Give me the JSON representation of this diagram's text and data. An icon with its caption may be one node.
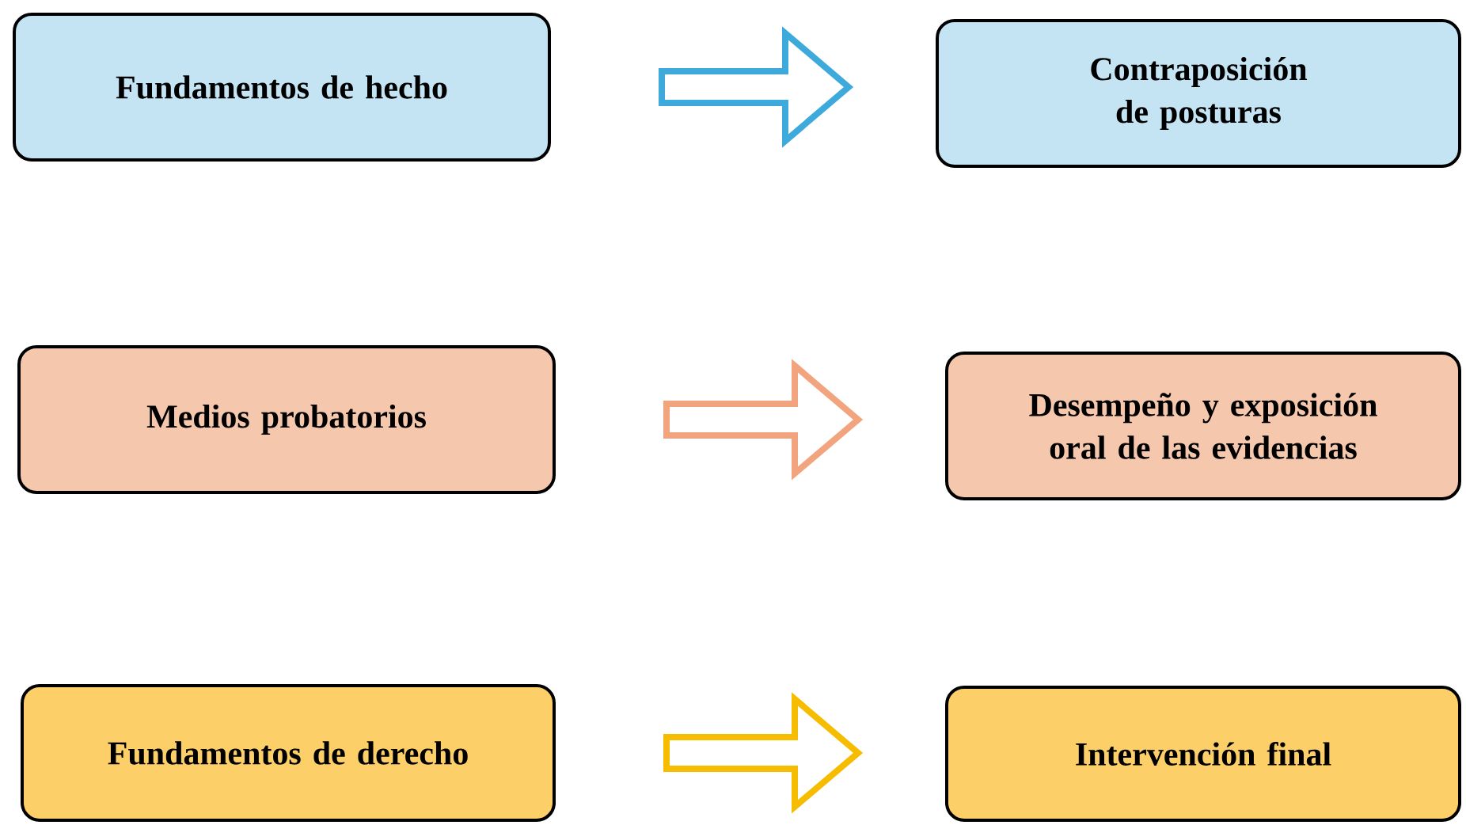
{
  "diagram": {
    "nodes": [
      {
        "text": [
          "Fundamentos de hecho"
        ]
      },
      {
        "text": [
          "Contraposición de posturas"
        ]
      },
      {
        "text": [
          "Medios probatorios"
        ]
      },
      {
        "text": [
          "Desempeño y exposición oral de las evidencias"
        ]
      },
      {
        "text": [
          "Fundamentos de derecho"
        ]
      },
      {
        "text": [
          "Intervención final"
        ]
      }
    ],
    "edges": [
      {
        "from": 0,
        "to": 1,
        "arrow": "to",
        "style": "thick",
        "color": "#3eaadc"
      },
      {
        "from": 2,
        "to": 3,
        "arrow": "to",
        "style": "thick",
        "color": "#f2a47e"
      },
      {
        "from": 4,
        "to": 5,
        "arrow": "to",
        "style": "thick",
        "color": "#f6bd00"
      }
    ]
  }
}
